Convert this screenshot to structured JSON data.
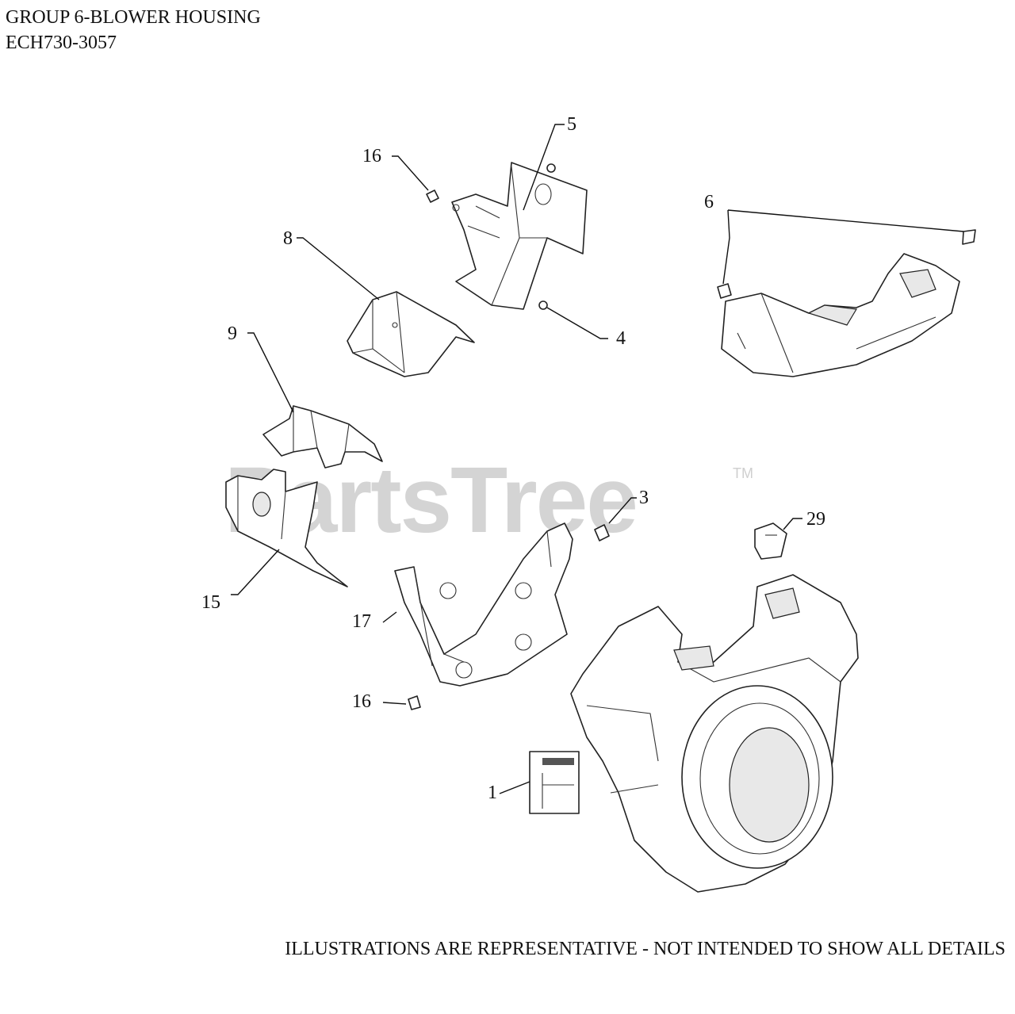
{
  "header": {
    "title": "GROUP 6-BLOWER HOUSING",
    "model": "ECH730-3057"
  },
  "watermark": {
    "text": "PartsTree",
    "trademark": "TM"
  },
  "footer": {
    "disclaimer": "ILLUSTRATIONS ARE REPRESENTATIVE - NOT INTENDED TO SHOW ALL DETAILS"
  },
  "callouts": {
    "c1": "1",
    "c3": "3",
    "c4": "4",
    "c5": "5",
    "c6": "6",
    "c8": "8",
    "c9": "9",
    "c15": "15",
    "c16a": "16",
    "c16b": "16",
    "c17": "17",
    "c29": "29"
  }
}
